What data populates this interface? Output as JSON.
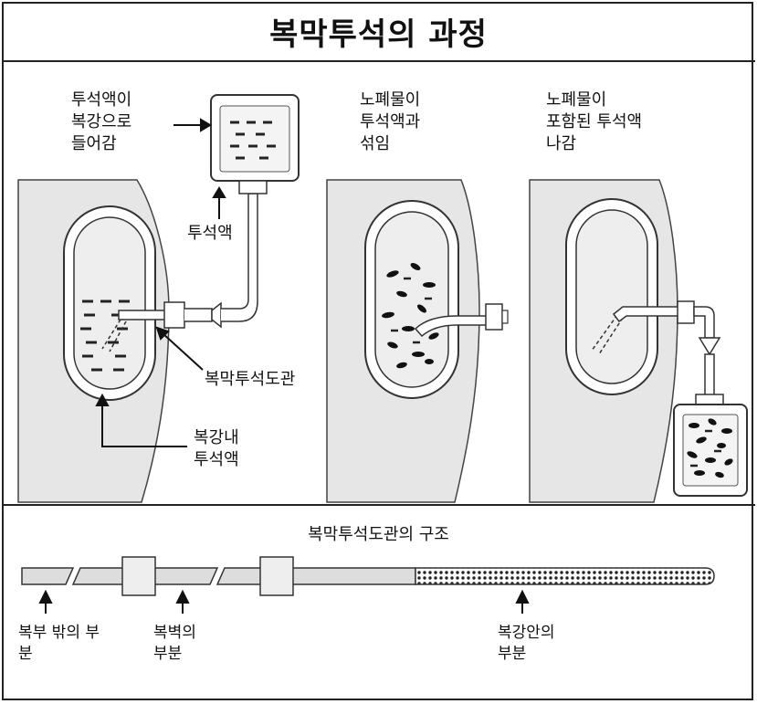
{
  "title": "복막투석의 과정",
  "panels": [
    {
      "caption": "투석액이\n복강으로\n들어감"
    },
    {
      "caption": "노폐물이\n투석액과\n섞임"
    },
    {
      "caption": "노폐물이\n포함된 투석액\n나감"
    }
  ],
  "labels": {
    "dialysate": "투석액",
    "catheter": "복막투석도관",
    "abdominal_dialysate": "복강내\n투석액"
  },
  "structure": {
    "title": "복막투석도관의 구조",
    "parts": [
      "복부 밖의 부분",
      "복벽의\n부분",
      "복강안의\n부분"
    ]
  }
}
